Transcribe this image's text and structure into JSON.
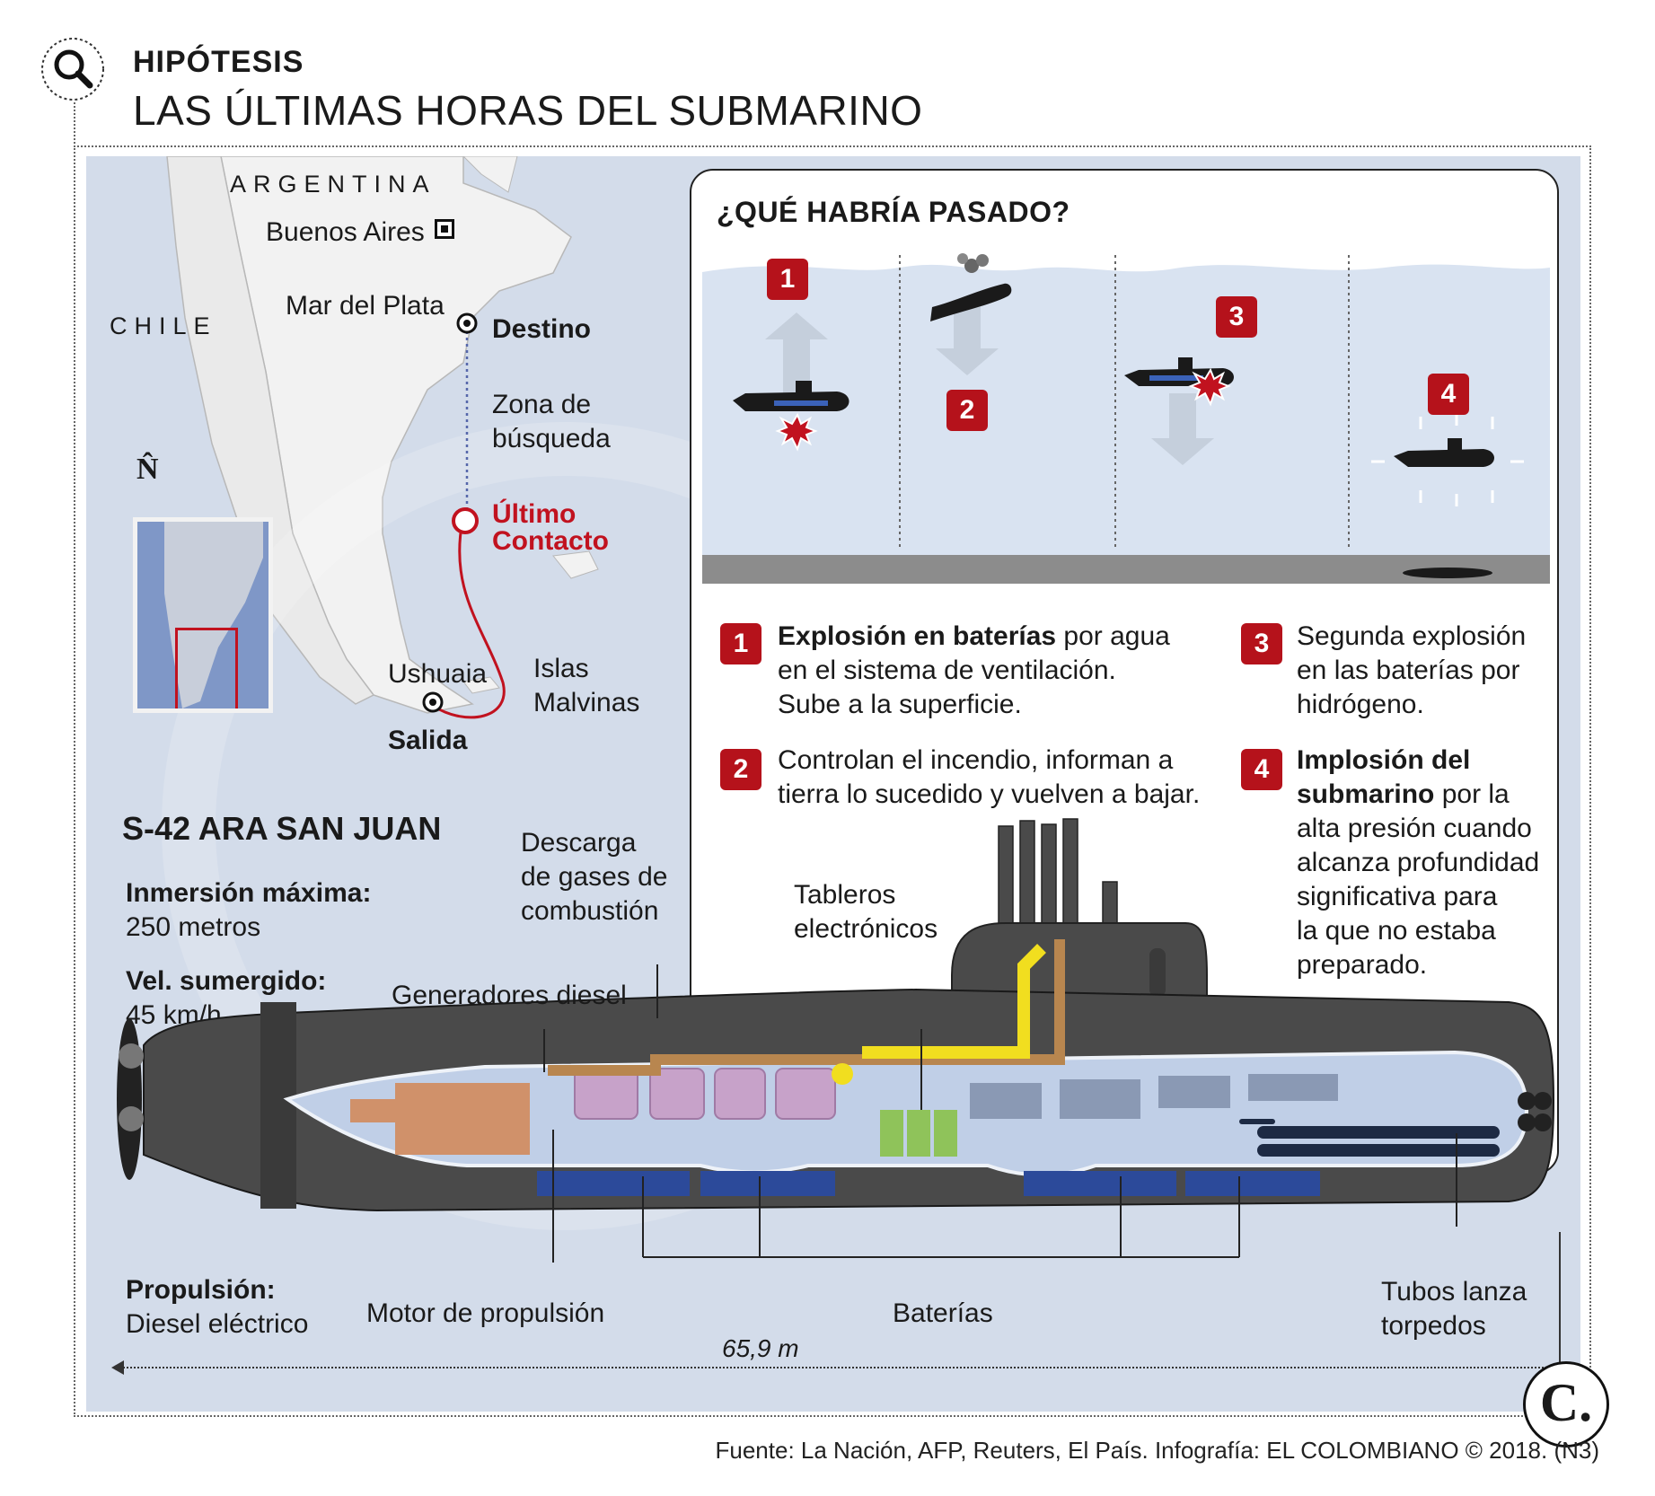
{
  "header": {
    "kicker": "HIPÓTESIS",
    "headline": "LAS ÚLTIMAS HORAS DEL SUBMARINO"
  },
  "map": {
    "country_argentina": "ARGENTINA",
    "country_chile": "CHILE",
    "north_symbol": "N̂",
    "buenos_aires": "Buenos Aires",
    "mar_del_plata": "Mar del Plata",
    "destino": "Destino",
    "zona_busqueda_1": "Zona de",
    "zona_busqueda_2": "búsqueda",
    "ultimo_contacto_1": "Último",
    "ultimo_contacto_2": "Contacto",
    "ushuaia": "Ushuaia",
    "islas_1": "Islas",
    "islas_2": "Malvinas",
    "salida": "Salida",
    "route_color": "#c1121f"
  },
  "panel": {
    "title": "¿QUÉ HABRÍA PASADO?",
    "scene_badges": [
      "1",
      "2",
      "3",
      "4"
    ],
    "steps": [
      {
        "num": "1",
        "bold": "Explosión en baterías",
        "rest_1": " por agua",
        "line_2": "en el sistema de ventilación.",
        "line_3": "Sube a la superficie."
      },
      {
        "num": "2",
        "line_1": "Controlan el incendio, informan a",
        "line_2": "tierra lo sucedido y vuelven a bajar."
      },
      {
        "num": "3",
        "line_1": "Segunda explosión",
        "line_2": "en las baterías por",
        "line_3": "hidrógeno."
      },
      {
        "num": "4",
        "bold_1": "Implosión del",
        "bold_2": "submarino",
        "rest_2": " por la",
        "line_3": "alta presión cuando",
        "line_4": "alcanza profundidad",
        "line_5": "significativa para",
        "line_6": "la que no estaba",
        "line_7": "preparado."
      }
    ]
  },
  "specs": {
    "name": "S-42 ARA SAN JUAN",
    "depth_label": "Inmersión máxima:",
    "depth_value": "250 metros",
    "speed_label": "Vel. sumergido:",
    "speed_value": "45 km/h",
    "propulsion_label": "Propulsión:",
    "propulsion_value": "Diesel eléctrico"
  },
  "sub_labels": {
    "descarga_1": "Descarga",
    "descarga_2": "de gases de",
    "descarga_3": "combustión",
    "generadores": "Generadores diesel",
    "tableros_1": "Tableros",
    "tableros_2": "electrónicos",
    "motor": "Motor de propulsión",
    "baterias": "Baterías",
    "tubos_1": "Tubos lanza",
    "tubos_2": "torpedos",
    "length": "65,9 m"
  },
  "footer": {
    "source": "Fuente: La Nación, AFP, Reuters, El País. Infografía: EL COLOMBIANO © 2018. (N3)",
    "logo": "C."
  },
  "colors": {
    "accent_red": "#b5121b",
    "map_sea": "#d3dcea",
    "land": "#f2f2f2",
    "hull": "#4a4a4a",
    "battery_blue": "#2c4a9a",
    "generator_pink": "#c7a2c9",
    "motor_orange": "#d0916a",
    "exhaust_yellow": "#f1de1f",
    "panel_green": "#8fc35a"
  }
}
